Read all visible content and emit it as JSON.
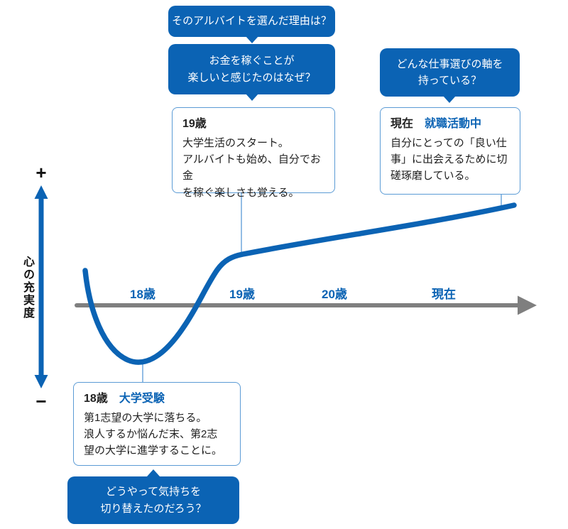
{
  "colors": {
    "primary_blue": "#0B63B4",
    "box_border_blue": "#5B9BD5",
    "timeline_gray": "#7f7f7f",
    "text_black": "#222222"
  },
  "axis": {
    "plus": "+",
    "minus": "−",
    "label": "心の充実度"
  },
  "timeline": {
    "ticks": [
      {
        "label": "18歳"
      },
      {
        "label": "19歳"
      },
      {
        "label": "20歳"
      },
      {
        "label": "現在"
      }
    ]
  },
  "bubbles": {
    "q1": {
      "text": "そのアルバイトを選んだ理由は？"
    },
    "q2": {
      "text": "お金を稼ぐことが\n楽しいと感じたのはなぜ？"
    },
    "q3": {
      "text": "どんな仕事選びの軸を\n持っている？"
    },
    "q4": {
      "text": "どうやって気持ちを\n切り替えたのだろう？"
    }
  },
  "events": {
    "age19": {
      "title": "19歳",
      "body": "大学生活のスタート。\nアルバイトも始め、自分でお金\nを稼ぐ楽しさも覚える。"
    },
    "present": {
      "title": "現在",
      "subtitle": "就職活動中",
      "body": "自分にとっての「良い仕\n事」に出会えるために切\n磋琢磨している。"
    },
    "age18": {
      "title": "18歳",
      "subtitle": "大学受験",
      "body": "第1志望の大学に落ちる。\n浪人するか悩んだ末、第2志\n望の大学に進学することに。"
    }
  }
}
